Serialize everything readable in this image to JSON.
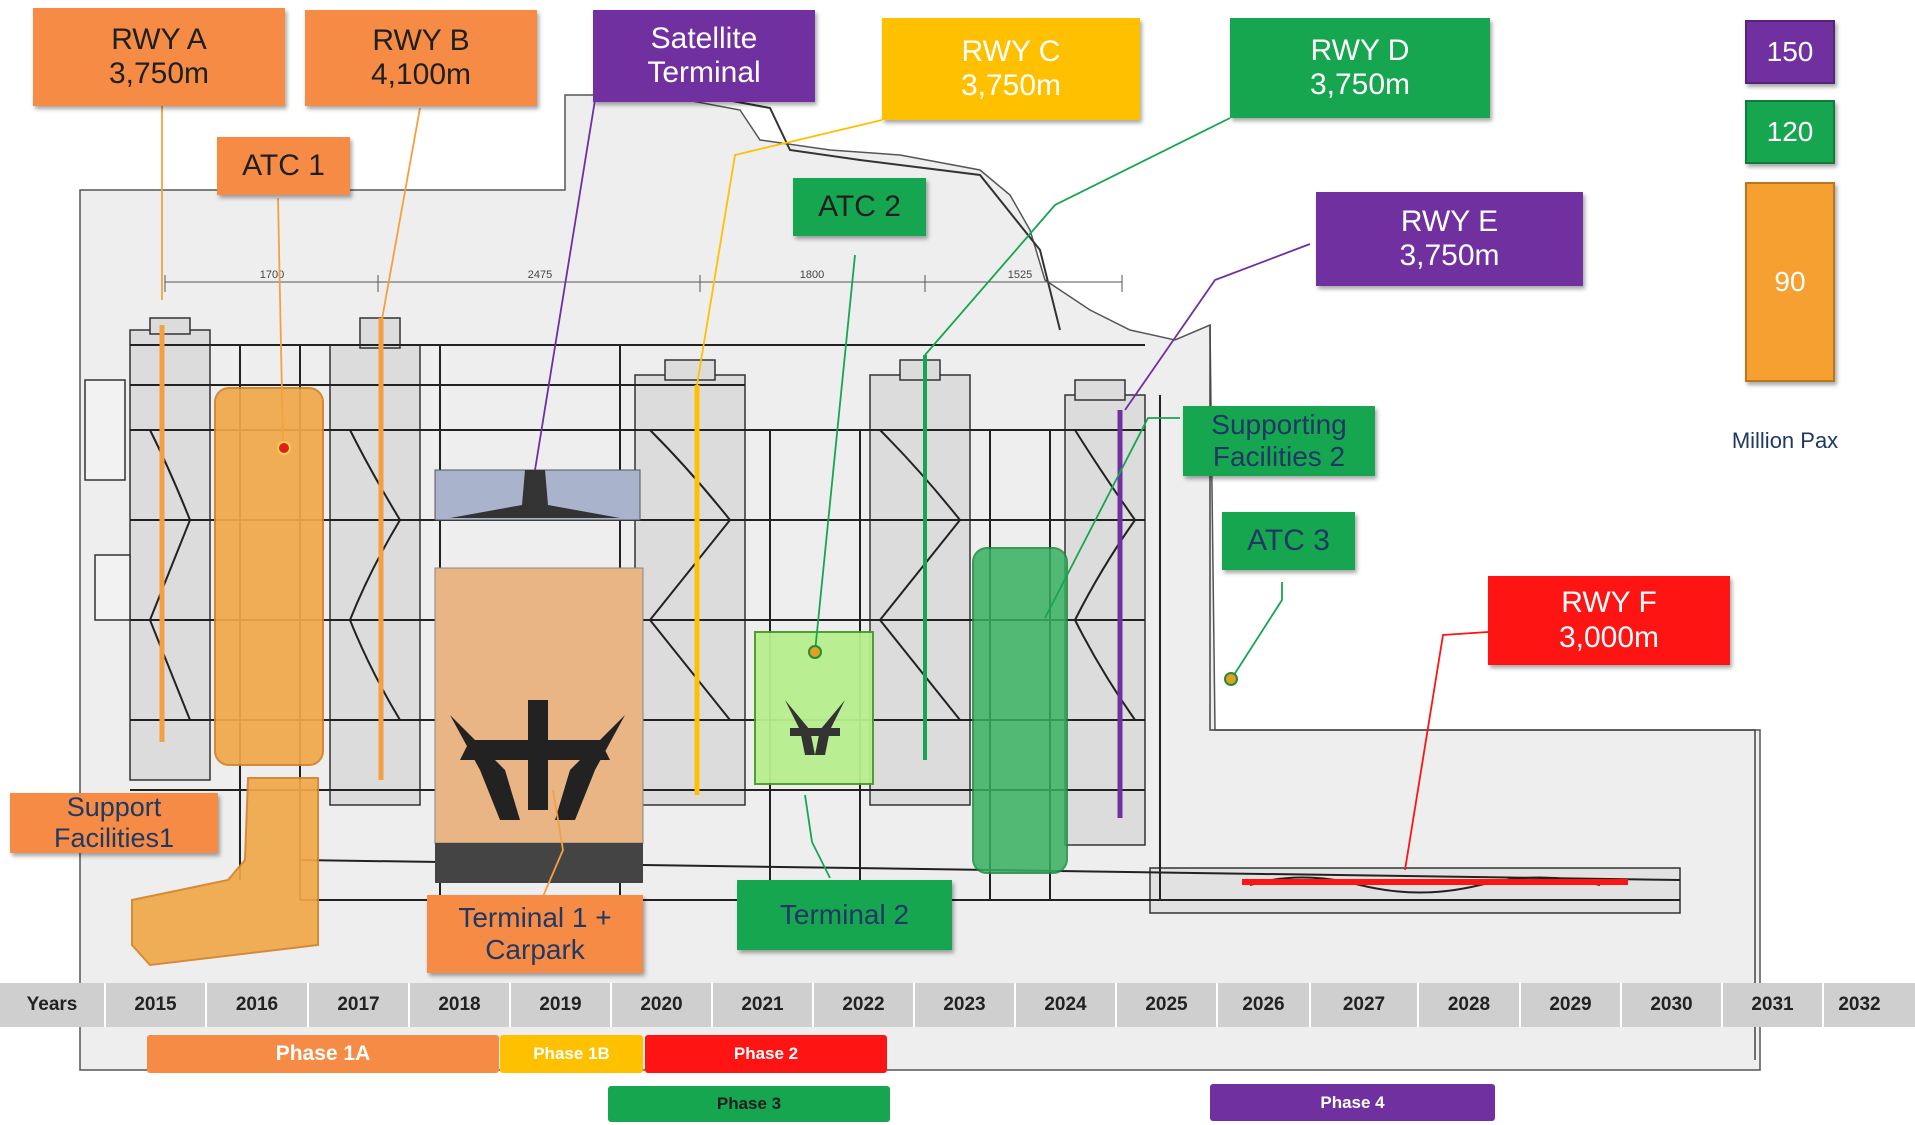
{
  "labels": {
    "rwy_a": {
      "line1": "RWY A",
      "line2": "3,750m"
    },
    "rwy_b": {
      "line1": "RWY B",
      "line2": "4,100m"
    },
    "satellite": {
      "line1": "Satellite",
      "line2": "Terminal"
    },
    "rwy_c": {
      "line1": "RWY C",
      "line2": "3,750m"
    },
    "rwy_d": {
      "line1": "RWY D",
      "line2": "3,750m"
    },
    "atc1": {
      "line1": "ATC 1"
    },
    "atc2": {
      "line1": "ATC 2"
    },
    "rwy_e": {
      "line1": "RWY E",
      "line2": "3,750m"
    },
    "supporting2": {
      "line1": "Supporting",
      "line2": "Facilities 2"
    },
    "atc3": {
      "line1": "ATC 3"
    },
    "rwy_f": {
      "line1": "RWY F",
      "line2": "3,000m"
    },
    "support1": {
      "line1": "Support",
      "line2": "Facilities1"
    },
    "terminal1": {
      "line1": "Terminal 1 +",
      "line2": "Carpark"
    },
    "terminal2": {
      "line1": "Terminal 2"
    }
  },
  "plan_dimensions": [
    "1700",
    "2475",
    "1800",
    "1525"
  ],
  "legend": {
    "values": [
      "150",
      "120",
      "90"
    ],
    "unit": "Million Pax"
  },
  "timeline": {
    "header": "Years",
    "years": [
      "2015",
      "2016",
      "2017",
      "2018",
      "2019",
      "2020",
      "2021",
      "2022",
      "2023",
      "2024",
      "2025",
      "2026",
      "2027",
      "2028",
      "2029",
      "2030",
      "2031",
      "2032"
    ]
  },
  "phases": {
    "p1a": "Phase 1A",
    "p1b": "Phase 1B",
    "p2": "Phase 2",
    "p3": "Phase 3",
    "p4": "Phase 4"
  },
  "colors": {
    "orange": "#f58b45",
    "yellow": "#ffc000",
    "green": "#16a650",
    "purple": "#7030a0",
    "red": "#ff1414",
    "navy": "#1f3864",
    "timeline_gray": "#cfcfcf"
  }
}
